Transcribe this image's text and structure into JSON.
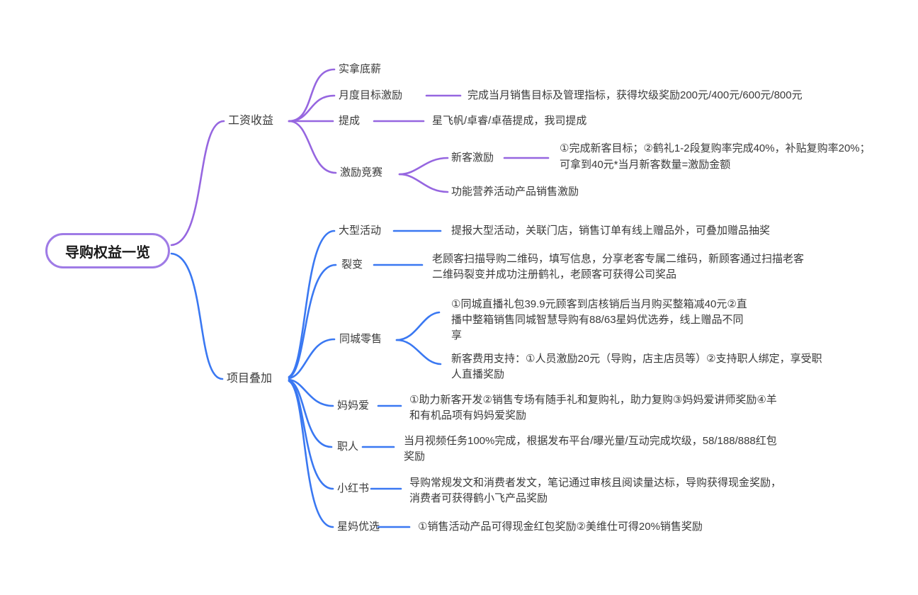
{
  "root": {
    "label": "导购权益一览"
  },
  "colors": {
    "purple": "#9666e0",
    "blue": "#3a78f2",
    "root_border": "#9f7be6"
  },
  "branches": {
    "salary": {
      "label": "工资收益",
      "children": {
        "base": {
          "label": "实拿底薪"
        },
        "monthly": {
          "label": "月度目标激励",
          "desc": "完成当月销售目标及管理指标，获得坎级奖励200元/400元/600元/800元"
        },
        "commission": {
          "label": "提成",
          "desc": "星飞帆/卓睿/卓蓓提成，我司提成"
        },
        "contest": {
          "label": "激励竞赛",
          "children": {
            "newcust": {
              "label": "新客激励",
              "desc": "①完成新客目标；②鹤礼1-2段复购率完成40%，补贴复购率20%；\n可拿到40元*当月新客数量=激励金额"
            },
            "nutrition": {
              "label": "功能营养活动产品销售激励"
            }
          }
        }
      }
    },
    "projects": {
      "label": "项目叠加",
      "children": {
        "bigevent": {
          "label": "大型活动",
          "desc": "提报大型活动，关联门店，销售订单有线上赠品外，可叠加赠品抽奖"
        },
        "fission": {
          "label": "裂变",
          "desc": "老顾客扫描导购二维码，填写信息，分享老客专属二维码，新顾客通过扫描老客\n二维码裂变并成功注册鹤礼，老顾客可获得公司奖品"
        },
        "cityretail": {
          "label": "同城零售",
          "desc_live": "①同城直播礼包39.9元顾客到店核销后当月购买整箱减40元②直\n播中整箱销售同城智慧导购有88/63星妈优选券，线上赠品不同\n享",
          "desc_support": "新客费用支持：①人员激励20元（导购，店主店员等）②支持职人绑定，享受职\n人直播奖励"
        },
        "mamalove": {
          "label": "妈妈爱",
          "desc": "①助力新客开发②销售专场有随手礼和复购礼，助力复购③妈妈爱讲师奖励④羊\n和有机品项有妈妈爱奖励"
        },
        "zhiren": {
          "label": "职人",
          "desc": "当月视频任务100%完成，根据发布平台/曝光量/互动完成坎级，58/188/888红包\n奖励"
        },
        "xiaohongshu": {
          "label": "小红书",
          "desc": "导购常规发文和消费者发文，笔记通过审核且阅读量达标，导购获得现金奖励，\n消费者可获得鹤小飞产品奖励"
        },
        "xingma": {
          "label": "星妈优选",
          "desc": "①销售活动产品可得现金红包奖励②美维仕可得20%销售奖励"
        }
      }
    }
  }
}
